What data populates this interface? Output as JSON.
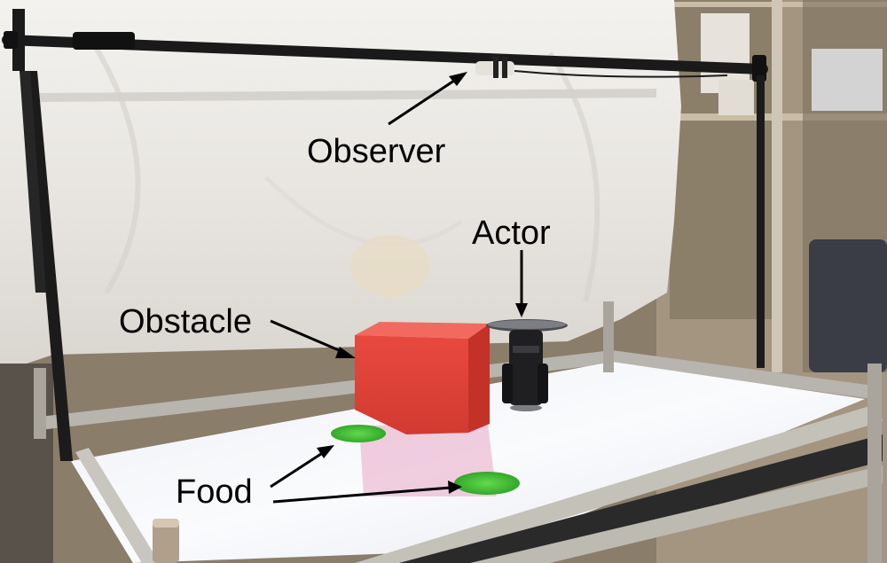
{
  "labels": {
    "observer": "Observer",
    "actor": "Actor",
    "obstacle": "Obstacle",
    "food": "Food"
  },
  "colors": {
    "sheet": "#ecebe8",
    "obstacle": "#e0433b",
    "food": "#4ac63a",
    "table": "#f4f5f8",
    "frame": "#1d1d1d"
  }
}
